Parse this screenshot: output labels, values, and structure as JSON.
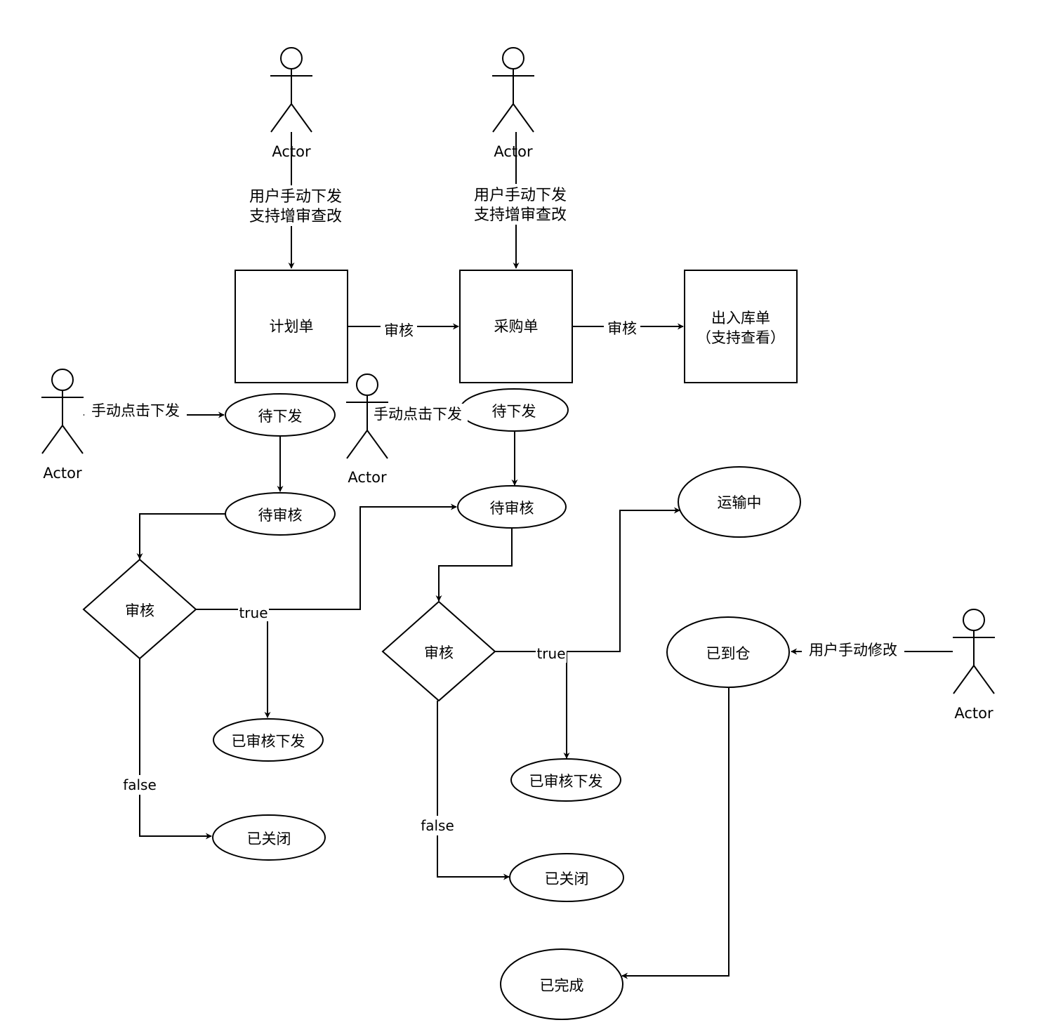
{
  "actors": {
    "a1": "Actor",
    "a2": "Actor",
    "a3": "Actor",
    "a4": "Actor",
    "a5": "Actor"
  },
  "boxes": {
    "plan": "计划单",
    "purchase": "采购单",
    "inout_line1": "出入库单",
    "inout_line2": "（支持查看）"
  },
  "states": {
    "plan_pending_send": "待下发",
    "plan_pending_review": "待审核",
    "plan_reviewed_sent": "已审核下发",
    "plan_closed": "已关闭",
    "purchase_pending_send": "待下发",
    "purchase_pending_review": "待审核",
    "purchase_reviewed_sent": "已审核下发",
    "purchase_closed": "已关闭",
    "in_transit": "运输中",
    "arrived": "已到仓",
    "completed": "已完成"
  },
  "decisions": {
    "plan_review": "审核",
    "purchase_review": "审核"
  },
  "edge_labels": {
    "user_send_1_line1": "用户手动下发",
    "user_send_1_line2": "支持增审查改",
    "user_send_2_line1": "用户手动下发",
    "user_send_2_line2": "支持增审查改",
    "plan_to_purchase": "审核",
    "purchase_to_inout": "审核",
    "manual_click_1": "手动点击下发",
    "manual_click_2": "手动点击下发",
    "true_1": "true",
    "false_1": "false",
    "true_2": "true",
    "false_2": "false",
    "user_modify": "用户手动修改"
  }
}
